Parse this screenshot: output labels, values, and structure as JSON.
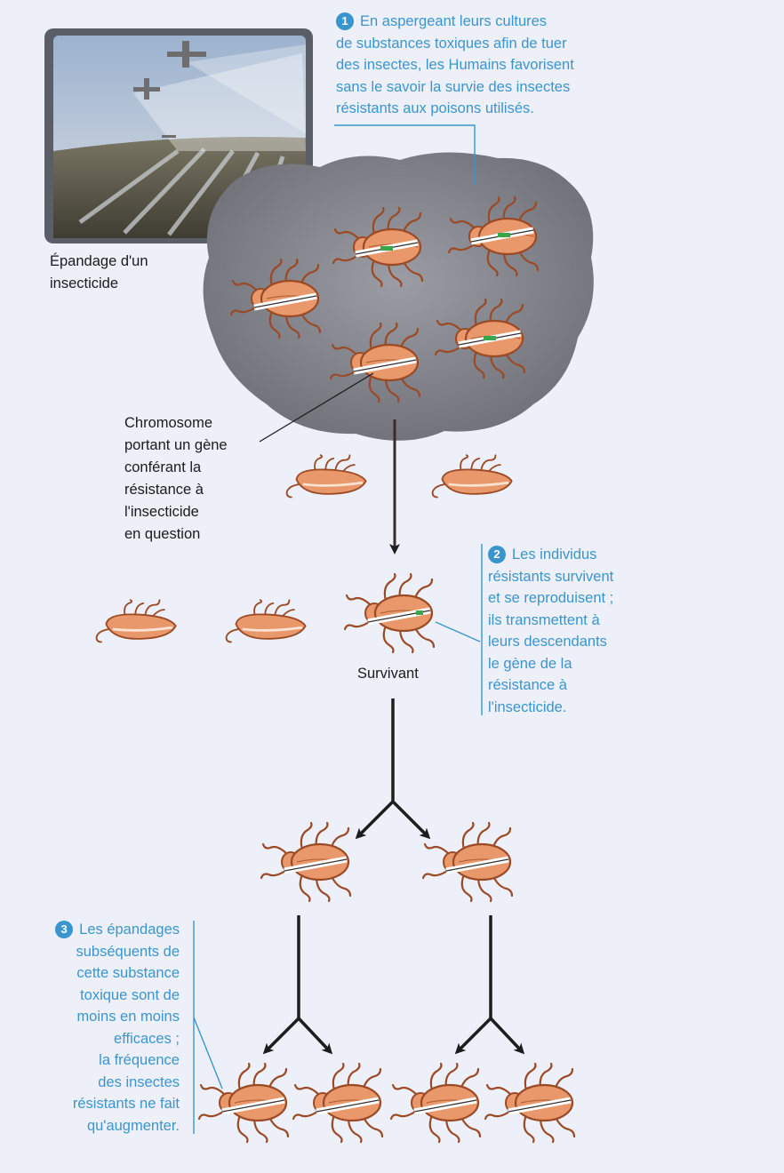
{
  "photo_caption": [
    "Épandage d'un",
    "insecticide"
  ],
  "note1": {
    "number": "1",
    "lines": [
      "En aspergeant leurs cultures",
      "de substances toxiques afin de tuer",
      "des insectes, les Humains favorisent",
      "sans le savoir la survie des insectes",
      "résistants aux poisons utilisés."
    ]
  },
  "chromosome_label": [
    "Chromosome",
    "portant un gène",
    "conférant la",
    "résistance à",
    "l'insecticide",
    "en question"
  ],
  "note2": {
    "number": "2",
    "lines": [
      "Les individus",
      "résistants survivent",
      "et se reproduisent ;",
      "ils transmettent à",
      "leurs descendants",
      "le gène de la",
      "résistance à",
      "l'insecticide."
    ]
  },
  "survivor_label": "Survivant",
  "note3": {
    "number": "3",
    "lines": [
      "Les épandages",
      "subséquents de",
      "cette substance",
      "toxique sont de",
      "moins en moins",
      "efficaces ;",
      "la fréquence",
      "des insectes",
      "résistants ne fait",
      "qu'augmenter."
    ]
  },
  "colors": {
    "accent": "#3a95cf",
    "insect_body": "#e8986a",
    "insect_outline": "#9b4a26",
    "cloud": "#7d7d85",
    "arrow": "#1d1d1d",
    "resistance_gene": "#3aa64a"
  }
}
